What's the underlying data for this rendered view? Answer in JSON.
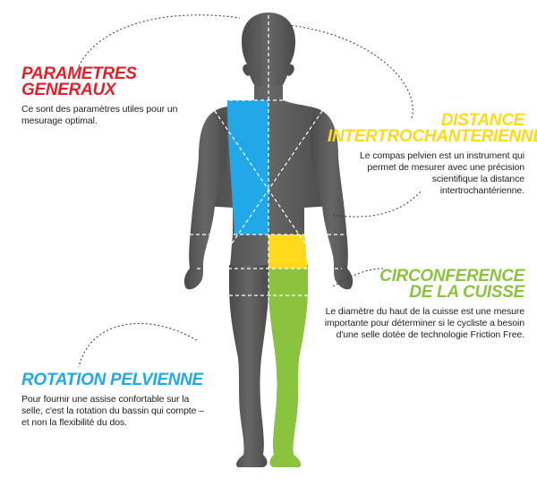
{
  "colors": {
    "body": "#5c5c5c",
    "red": "#e3202a",
    "blue": "#21a8e8",
    "yellow": "#ffd91a",
    "green": "#8ac43f",
    "guide_lines": "#ffffff",
    "callout_lines": "#333333"
  },
  "callouts": {
    "parametres": {
      "title_lines": [
        "PARAMETRES",
        "GENERAUX"
      ],
      "body": "Ce sont des paramètres utiles pour un mesurage optimal.",
      "color_key": "red"
    },
    "distance": {
      "title_lines": [
        "DISTANCE",
        "INTERTROCHANTERIENNE"
      ],
      "body": "Le compas pelvien est un instrument qui permet de mesurer avec une précision scientifique la distance intertrochantérienne.",
      "color_key": "yellow"
    },
    "circonference": {
      "title_lines": [
        "CIRCONFERENCE",
        "DE LA CUISSE"
      ],
      "body": "Le diamètre du haut de la cuisse est une mesure importante pour déterminer si le cycliste a besoin d'une selle dotée de technologie Friction Free.",
      "color_key": "green"
    },
    "rotation": {
      "title_lines": [
        "ROTATION PELVIENNE"
      ],
      "body": "Pour fournir une assise confortable sur la selle, c'est la rotation du bassin qui compte – et non la flexibilité du dos.",
      "color_key": "blue"
    }
  }
}
